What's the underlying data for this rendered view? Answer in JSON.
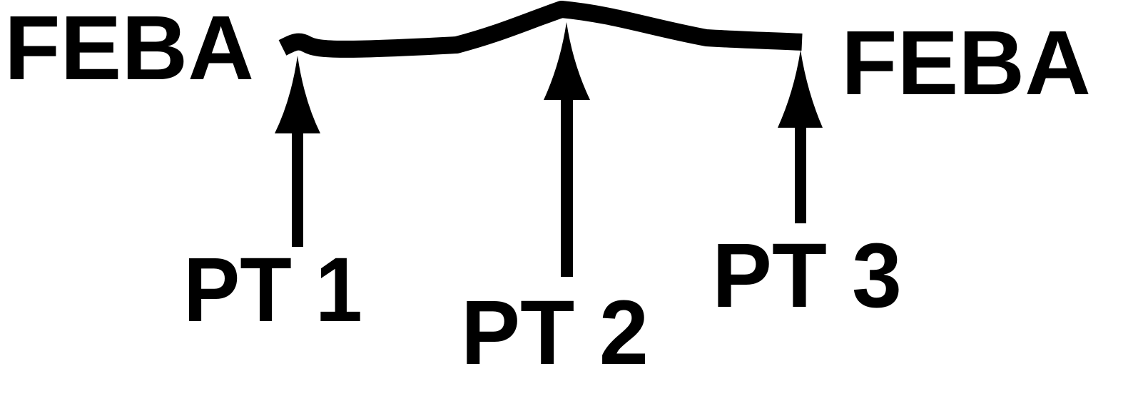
{
  "diagram": {
    "feba_left": "FEBA",
    "feba_right": "FEBA",
    "points": [
      {
        "label": "PT 1"
      },
      {
        "label": "PT 2"
      },
      {
        "label": "PT 3"
      }
    ]
  }
}
